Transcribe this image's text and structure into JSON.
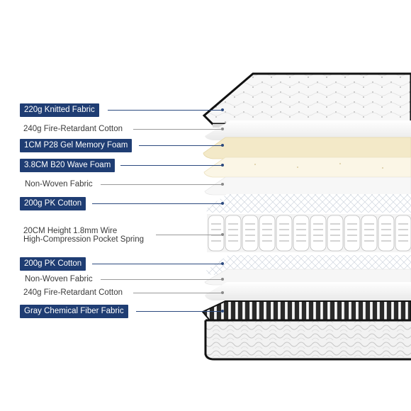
{
  "layers": [
    {
      "id": "knitted",
      "text": "220g Knitted Fabric",
      "style": "badge"
    },
    {
      "id": "fire-top",
      "text": "240g Fire-Retardant Cotton",
      "style": "plain"
    },
    {
      "id": "gel",
      "text": "1CM P28 Gel Memory Foam",
      "style": "badge"
    },
    {
      "id": "wave",
      "text": "3.8CM B20 Wave Foam",
      "style": "badge"
    },
    {
      "id": "nonwoven-top",
      "text": "Non-Woven Fabric",
      "style": "plain"
    },
    {
      "id": "pk-top",
      "text": "200g PK Cotton",
      "style": "badge"
    },
    {
      "id": "spring",
      "text": "20CM Height 1.8mm Wire\nHigh-Compression Pocket Spring",
      "style": "plain"
    },
    {
      "id": "pk-bottom",
      "text": "200g PK Cotton",
      "style": "badge"
    },
    {
      "id": "nonwoven-bottom",
      "text": "Non-Woven Fabric",
      "style": "plain"
    },
    {
      "id": "fire-bottom",
      "text": "240g Fire-Retardant Cotton",
      "style": "plain"
    },
    {
      "id": "gray-fiber",
      "text": "Gray Chemical Fiber Fabric",
      "style": "badge"
    }
  ],
  "colors": {
    "badge_bg": "#1f3d73",
    "badge_text": "#ffffff",
    "plain_text": "#3a3a3a",
    "leader_dark": "#2c4a7f",
    "leader_grey": "#9a9a9a",
    "gel_foam": "#f3e9c8",
    "wave_foam": "#fbf6e6",
    "border": "#111111"
  }
}
